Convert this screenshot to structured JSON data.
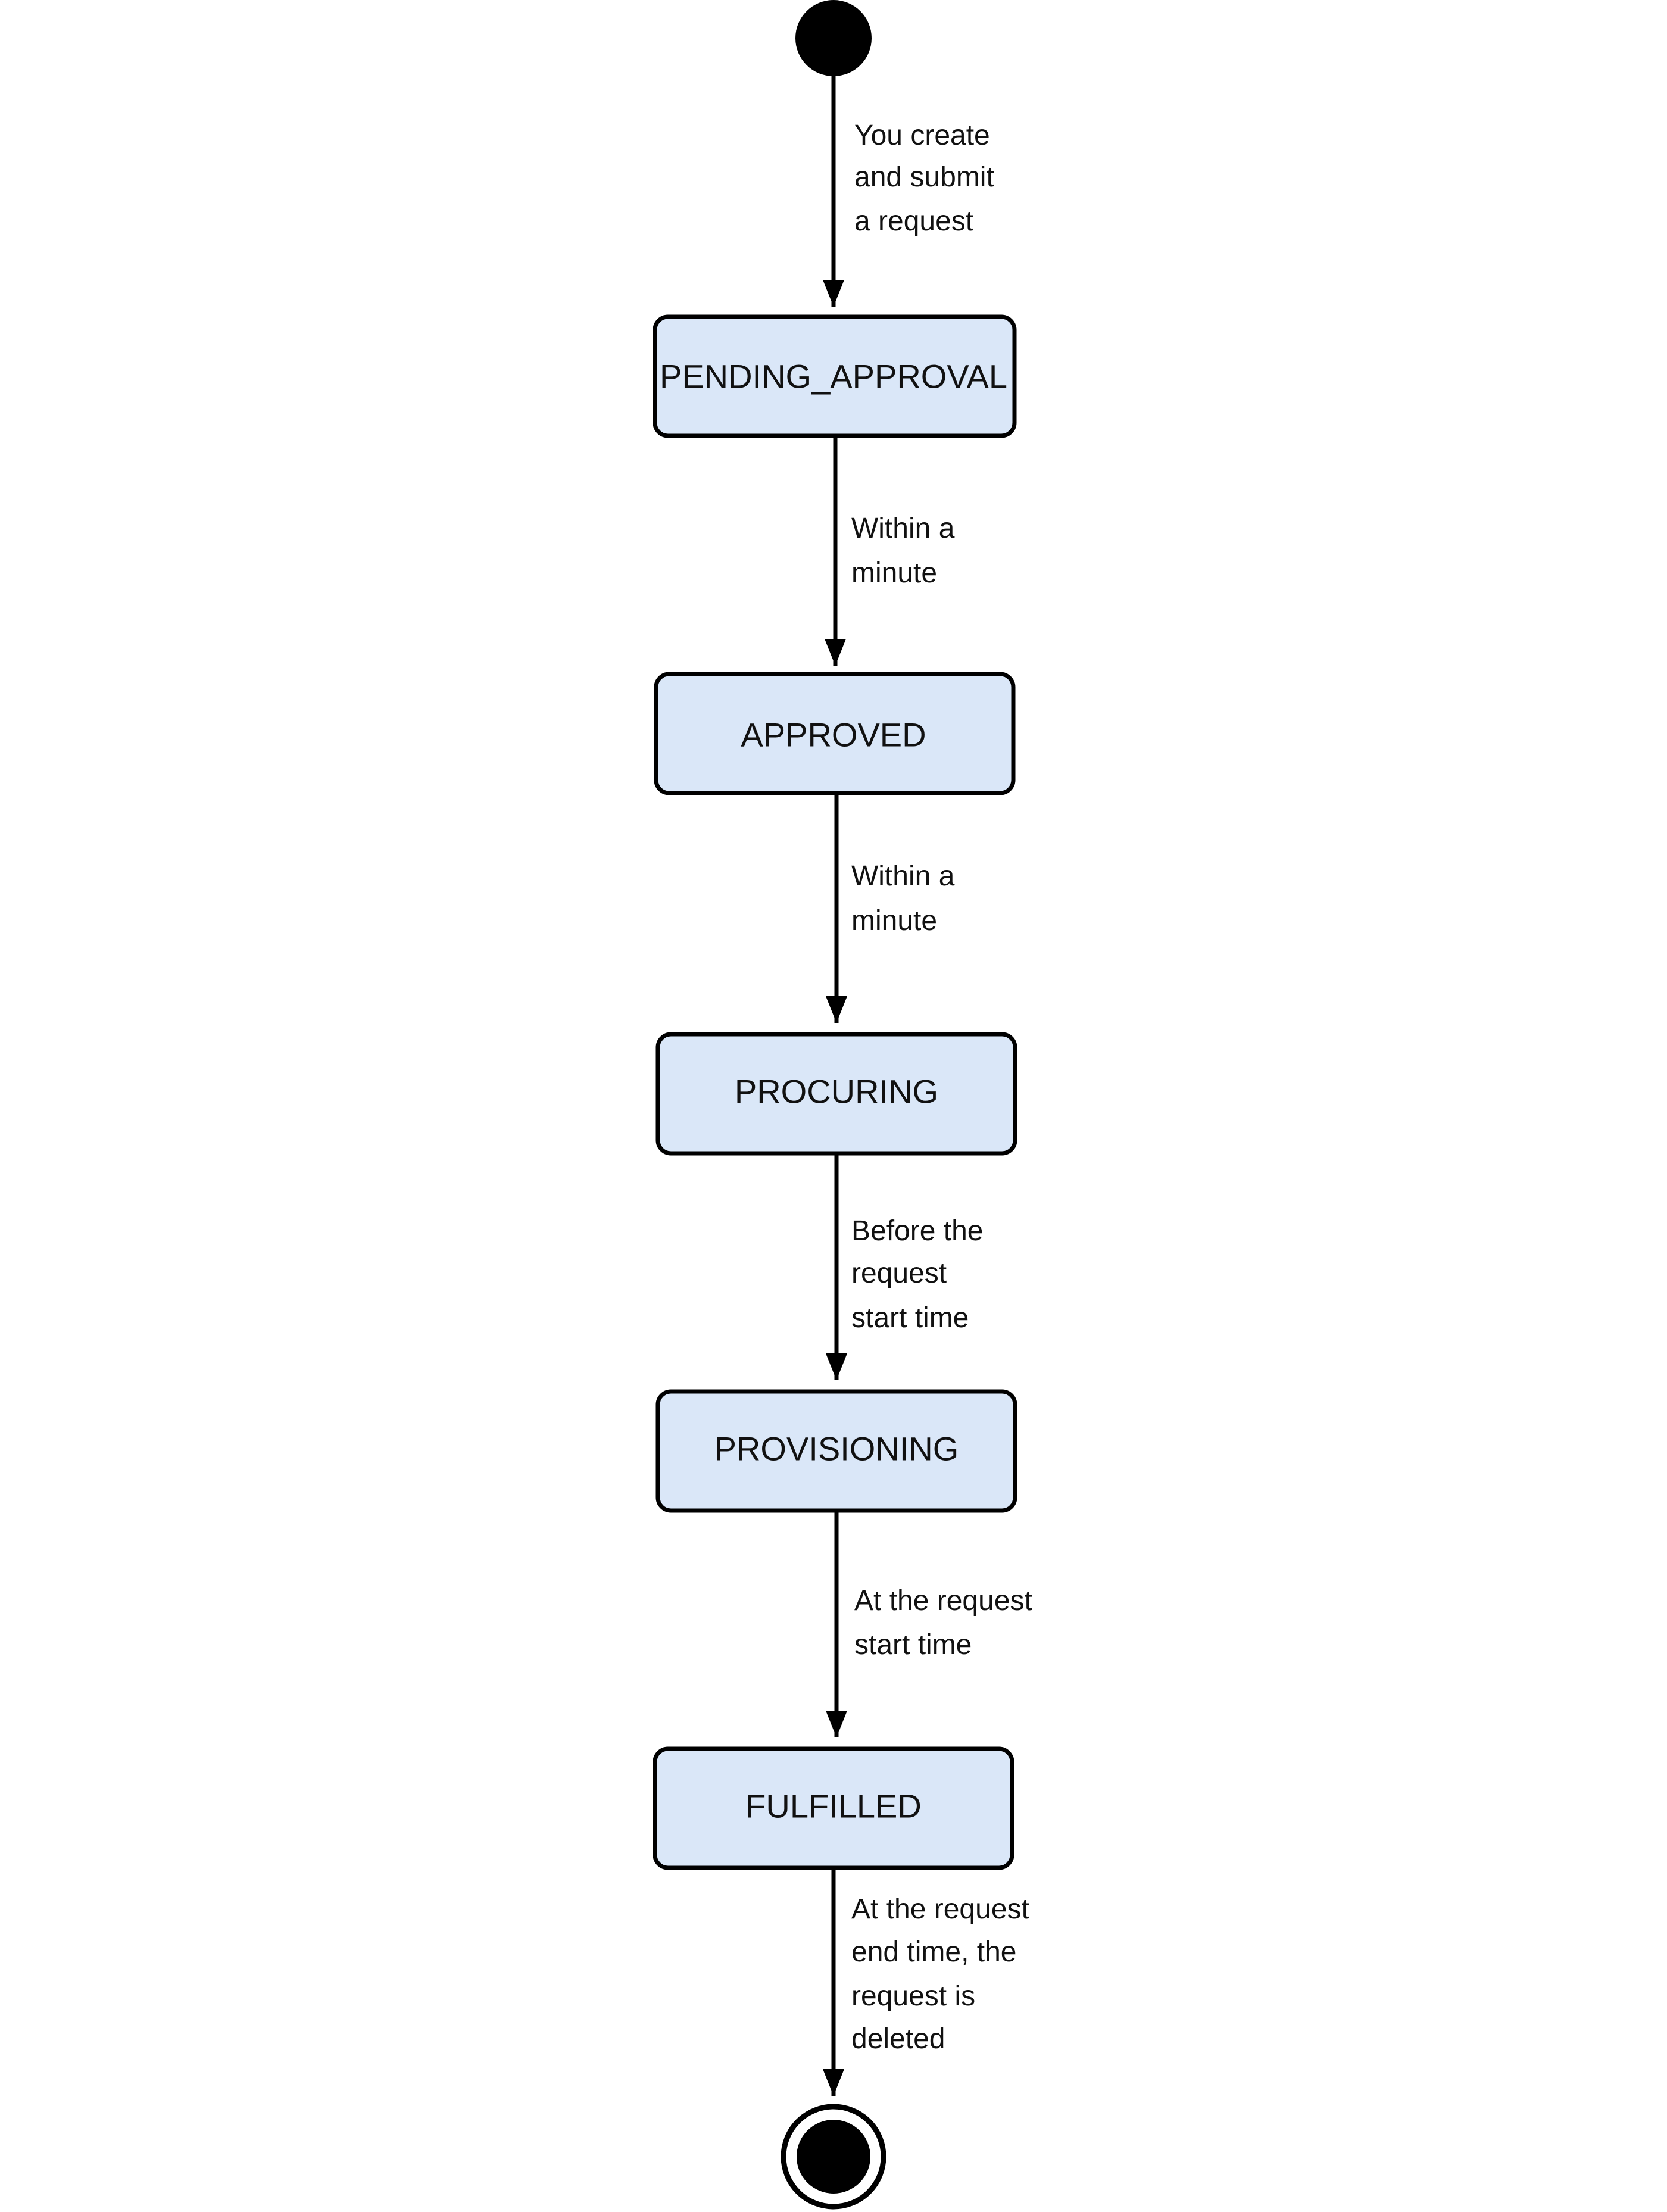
{
  "diagram": {
    "type": "state-diagram",
    "colors": {
      "state_fill": "#dae7f8",
      "stroke": "#000000",
      "text": "#111111",
      "background": "#ffffff"
    },
    "states": [
      {
        "id": "pending-approval",
        "label": "PENDING_APPROVAL"
      },
      {
        "id": "approved",
        "label": "APPROVED"
      },
      {
        "id": "procuring",
        "label": "PROCURING"
      },
      {
        "id": "provisioning",
        "label": "PROVISIONING"
      },
      {
        "id": "fulfilled",
        "label": "FULFILLED"
      }
    ],
    "transitions": [
      {
        "from": "start",
        "to": "pending-approval",
        "label": [
          "You create",
          "and submit",
          "a request"
        ]
      },
      {
        "from": "pending-approval",
        "to": "approved",
        "label": [
          "Within a",
          "minute"
        ]
      },
      {
        "from": "approved",
        "to": "procuring",
        "label": [
          "Within a",
          "minute"
        ]
      },
      {
        "from": "procuring",
        "to": "provisioning",
        "label": [
          "Before the",
          "request",
          "start time"
        ]
      },
      {
        "from": "provisioning",
        "to": "fulfilled",
        "label": [
          "At the request",
          "start time"
        ]
      },
      {
        "from": "fulfilled",
        "to": "end",
        "label": [
          "At the request",
          "end time, the",
          "request is",
          "deleted"
        ]
      }
    ]
  }
}
